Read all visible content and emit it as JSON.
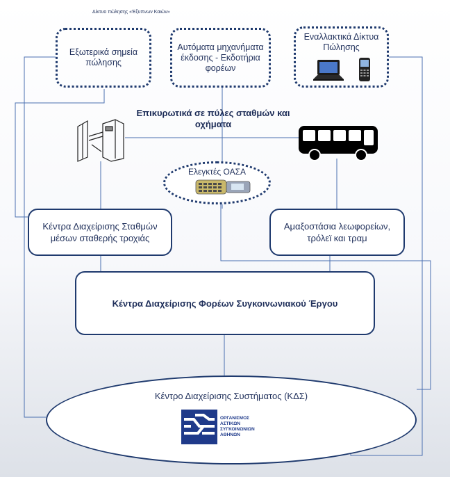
{
  "header": {
    "caption": "Δίκτυο πώλησης «Έξυπνων Καιών»"
  },
  "sales_points": {
    "external": "Εξωτερικά σημεία πώλησης",
    "machines": "Αυτόματα μηχανήματα έκδοσης - Εκδοτήρια φορέων",
    "alternative": "Εναλλακτικά Δίκτυα Πώλησης"
  },
  "validators_title": "Επικυρωτικά σε πύλες σταθμών και οχήματα",
  "inspectors": "Ελεγκτές ΟΑΣΑ",
  "fixed_track_centers": "Κέντρα Διαχείρισης Σταθμών μέσων σταθερής τροχιάς",
  "depots": "Αμαξοστάσια λεωφορείων, τρόλεϊ και τραμ",
  "operators_center": "Κέντρα Διαχείρισης Φορέων Συγκοινωνιακού Έργου",
  "system_center": "Κέντρο Διαχείρισης Συστήματος (ΚΔΣ)",
  "logo_text": [
    "ΟΡΓΑΝΙΣΜΟΣ",
    "ΑΣΤΙΚΩΝ",
    "ΣΥΓΚΟΙΝΩΝΙΩΝ",
    "ΑΘΗΝΩΝ"
  ],
  "colors": {
    "line": "#4a6fb0",
    "box_border": "#1f3a6e",
    "text": "#1f2f5a"
  }
}
